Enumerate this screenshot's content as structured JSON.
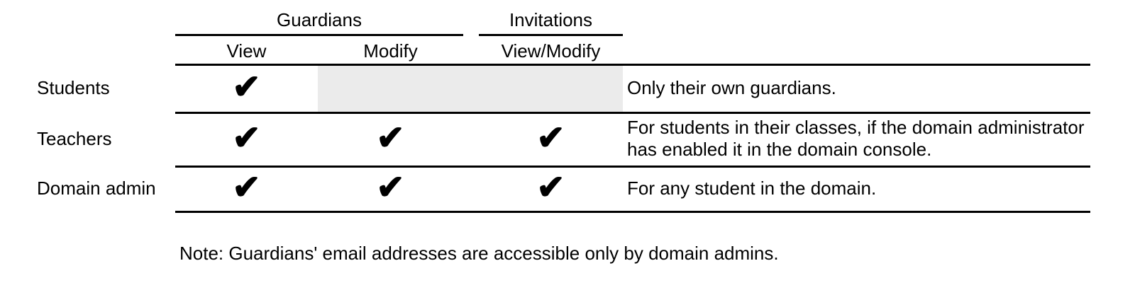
{
  "table": {
    "column_groups": [
      {
        "label": "Guardians"
      },
      {
        "label": "Invitations"
      }
    ],
    "columns": [
      {
        "label": "View"
      },
      {
        "label": "Modify"
      },
      {
        "label": "View/Modify"
      }
    ],
    "rows": [
      {
        "label": "Students",
        "cells": [
          "✔",
          "",
          ""
        ],
        "modify_and_invitations_disabled": true,
        "note": "Only their own guardians."
      },
      {
        "label": "Teachers",
        "cells": [
          "✔",
          "✔",
          "✔"
        ],
        "modify_and_invitations_disabled": false,
        "note": "For students in their classes, if the domain administrator has enabled it in the domain console."
      },
      {
        "label": "Domain admin",
        "cells": [
          "✔",
          "✔",
          "✔"
        ],
        "modify_and_invitations_disabled": false,
        "note": "For any student in the domain."
      }
    ]
  },
  "footnote": "Note: Guardians' email addresses are accessible only by domain admins.",
  "icons": {
    "checkmark": "✔"
  },
  "colors": {
    "text": "#000000",
    "rule": "#000000",
    "disabled_cell_bg": "#ebebeb",
    "background": "#ffffff"
  }
}
